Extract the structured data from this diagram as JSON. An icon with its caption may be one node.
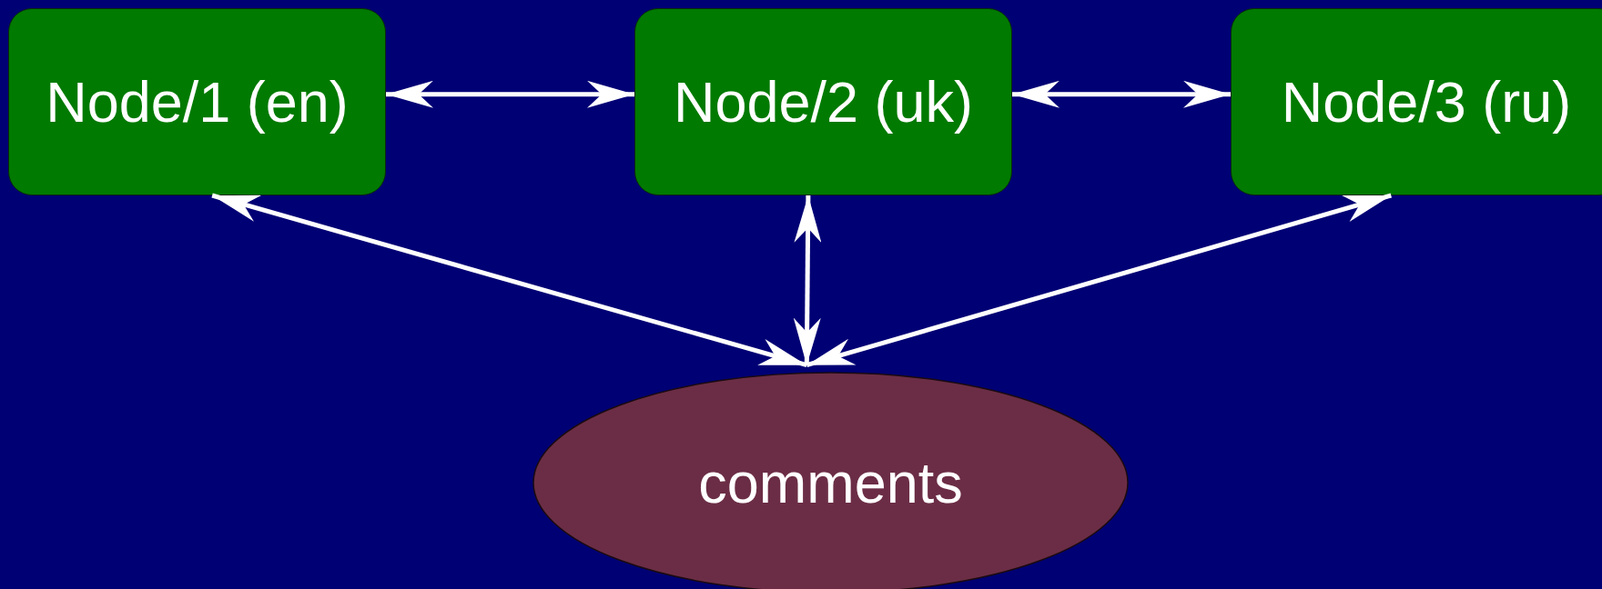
{
  "diagram": {
    "nodes": [
      {
        "text": [
          "Node/1 (en)"
        ]
      },
      {
        "text": [
          "Node/2 (uk)"
        ]
      },
      {
        "text": [
          "Node/3 (ru)"
        ]
      },
      {
        "text": [
          "comments"
        ]
      }
    ],
    "edges": [
      {
        "from": 0,
        "to": 1,
        "arrow": "both"
      },
      {
        "from": 1,
        "to": 2,
        "arrow": "both"
      },
      {
        "from": 0,
        "to": 3,
        "arrow": "both"
      },
      {
        "from": 1,
        "to": 3,
        "arrow": "both"
      },
      {
        "from": 2,
        "to": 3,
        "arrow": "both"
      }
    ]
  }
}
